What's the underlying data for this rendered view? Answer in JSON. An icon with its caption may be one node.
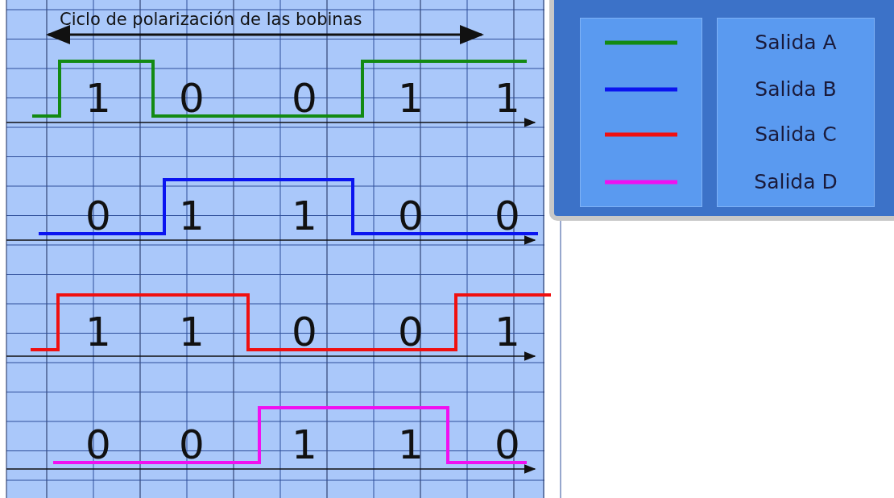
{
  "diagram": {
    "title": "Ciclo de polarización de las bobinas",
    "labels": [
      "1",
      "0",
      "0",
      "1",
      "1",
      "0",
      "1",
      "1",
      "0",
      "0",
      "1",
      "1",
      "0",
      "0",
      "1",
      "0",
      "0",
      "1",
      "1",
      "0"
    ],
    "legend": [
      {
        "text": "Salida A",
        "color": "#138a13"
      },
      {
        "text": "Salida B",
        "color": "#0a14f0"
      },
      {
        "text": "Salida C",
        "color": "#f01010"
      },
      {
        "text": "Salida D",
        "color": "#f010f0"
      }
    ]
  }
}
